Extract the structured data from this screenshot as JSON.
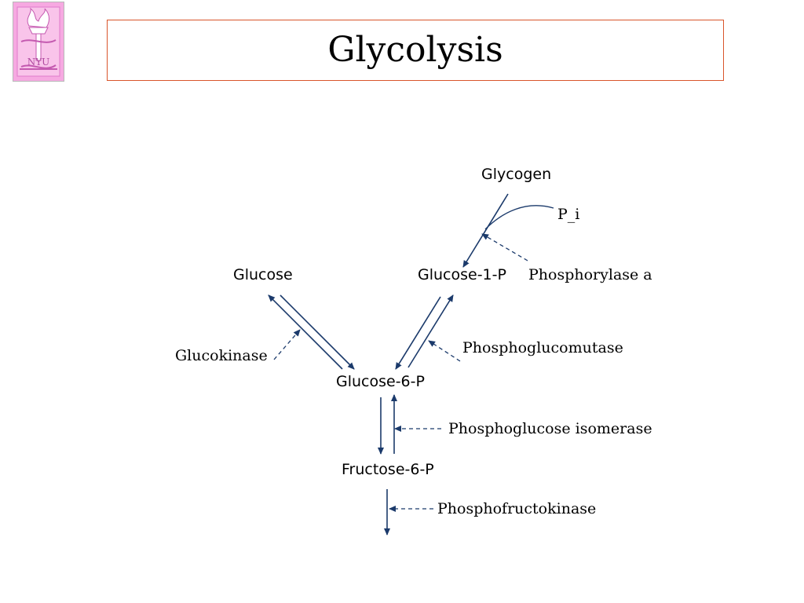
{
  "slide": {
    "title": "Glycolysis",
    "logo": {
      "text": "NYU",
      "icon": "torch-icon"
    }
  },
  "diagram": {
    "compounds": {
      "glycogen": "Glycogen",
      "glucose": "Glucose",
      "glucose_1_p": "Glucose-1-P",
      "glucose_6_p": "Glucose-6-P",
      "fructose_6_p": "Fructose-6-P"
    },
    "cofactors": {
      "pi": "P_i"
    },
    "enzymes": {
      "phosphorylase_a": "Phosphorylase a",
      "glucokinase": "Glucokinase",
      "phosphoglucomutase": "Phosphoglucomutase",
      "phosphoglucose_isomerase": "Phosphoglucose isomerase",
      "phosphofructokinase": "Phosphofructokinase"
    }
  },
  "colors": {
    "arrow": "#1b3a6b",
    "title_border": "#d9552b",
    "logo_background": "#f6a9e1"
  }
}
